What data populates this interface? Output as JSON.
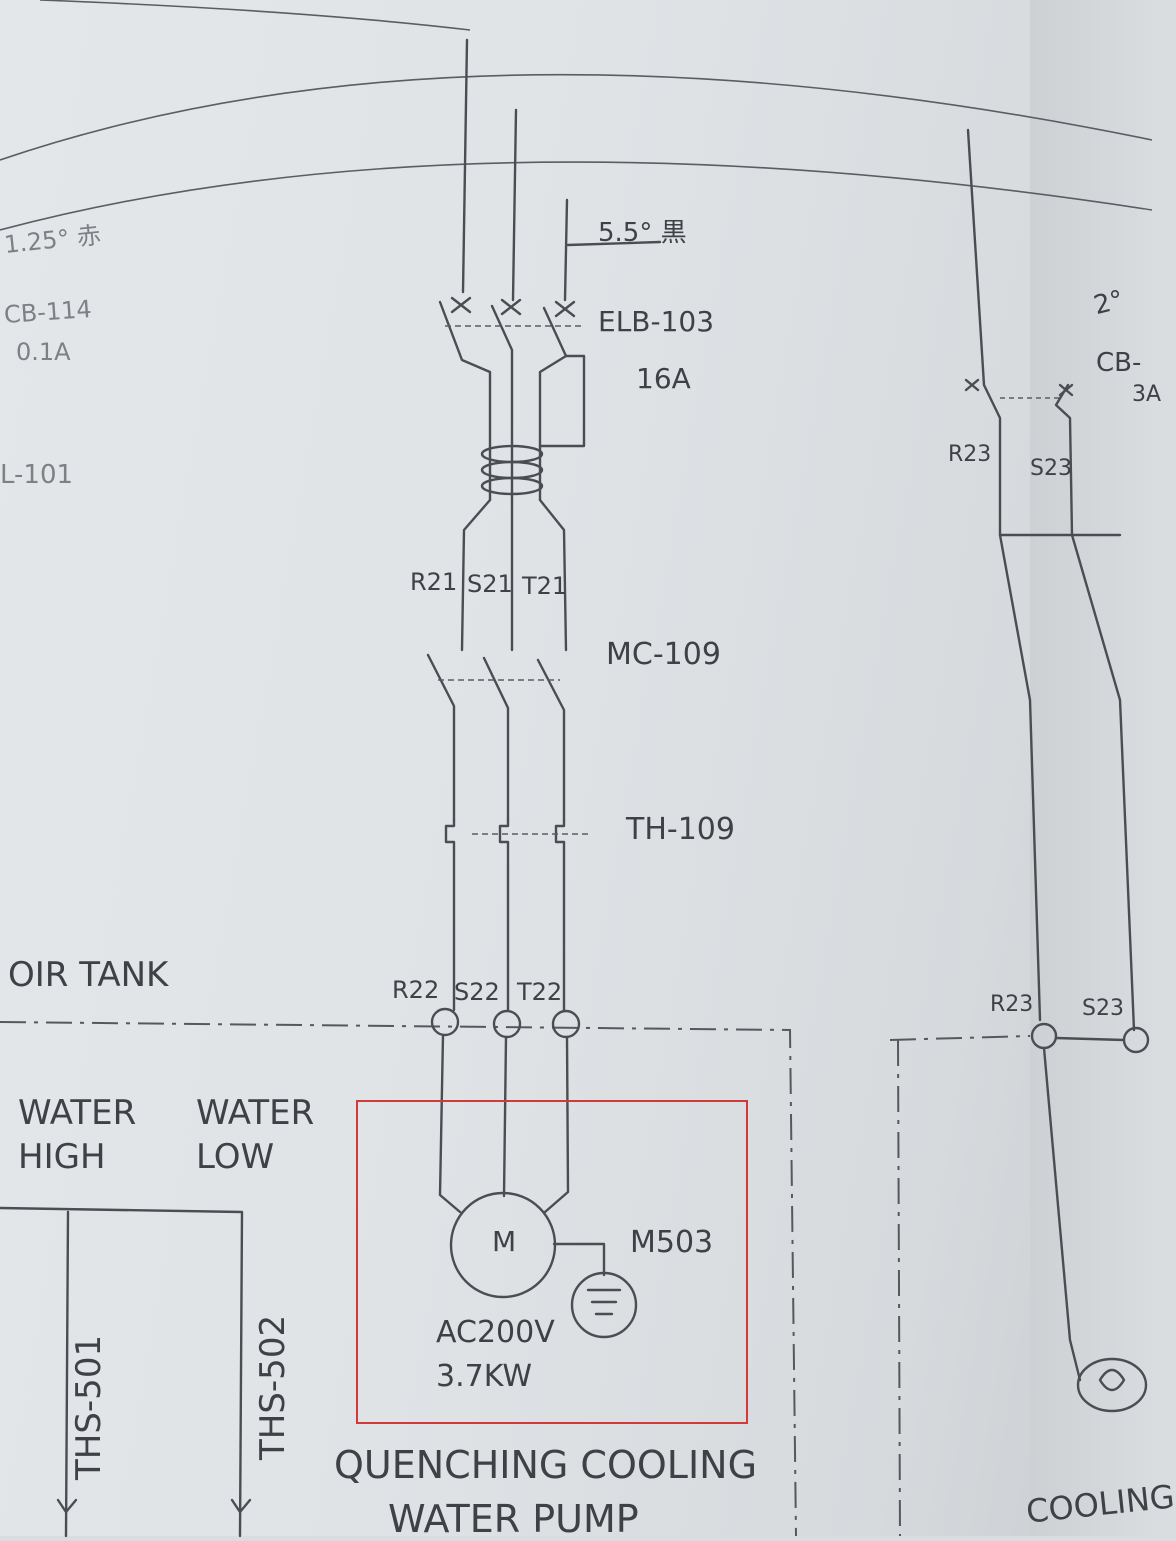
{
  "top_left": {
    "wire_size": "1.25° 赤",
    "breaker": "CB-114",
    "breaker_rating": "0.1A",
    "relay": "L-101"
  },
  "main_wire": "5.5° 黒",
  "elb": {
    "name": "ELB-103",
    "rating": "16A"
  },
  "terminals_upper": [
    "R21",
    "S21",
    "T21"
  ],
  "contactor": "MC-109",
  "thermal": "TH-109",
  "terminals_lower": [
    "R22",
    "S22",
    "T22"
  ],
  "tank_label": "OIR TANK",
  "water_high": [
    "WATER",
    "HIGH"
  ],
  "water_low": [
    "WATER",
    "LOW"
  ],
  "switches": [
    "THS-501",
    "THS-502"
  ],
  "motor": {
    "symbol": "M",
    "id": "M503",
    "voltage": "AC200V",
    "power": "3.7KW"
  },
  "pump_label": [
    "QUENCHING COOLING",
    "WATER PUMP"
  ],
  "right_wire": "2°",
  "right_breaker": {
    "name": "CB-",
    "rating": "3A"
  },
  "right_terminals_upper": [
    "R23",
    "S23"
  ],
  "right_terminals_lower": [
    "R23",
    "S23"
  ],
  "right_bottom_label": "COOLING"
}
